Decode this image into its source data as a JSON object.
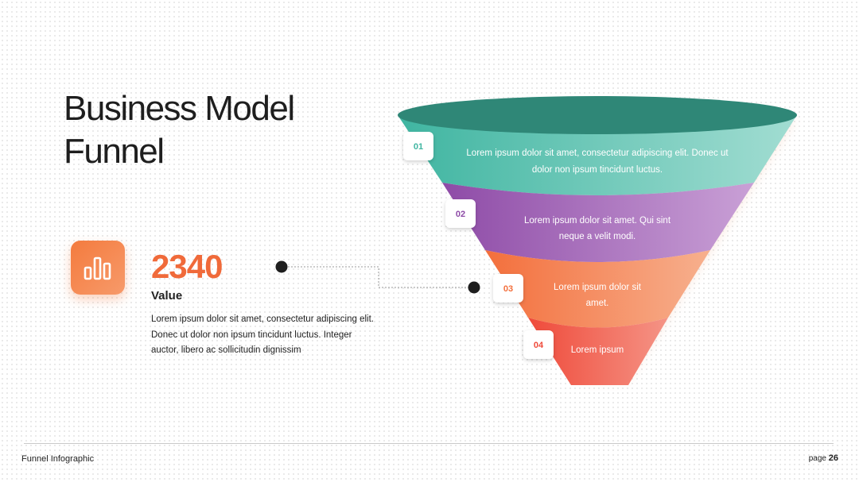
{
  "title": {
    "line1": "Business Model",
    "line2": "Funnel"
  },
  "kpi": {
    "icon": "bar-chart-icon",
    "value": "2340",
    "label": "Value",
    "description": "Lorem ipsum dolor sit amet, consectetur adipiscing elit. Donec ut dolor non ipsum tincidunt luctus. Integer auctor, libero ac sollicitudin dignissim"
  },
  "funnel": {
    "stages": [
      {
        "number": "01",
        "lines": [
          "Lorem ipsum dolor sit amet, consectetur adipiscing elit. Donec ut",
          "dolor non ipsum tincidunt luctus."
        ],
        "color": "#3fb5a1",
        "color_light": "#a2ddd2"
      },
      {
        "number": "02",
        "lines": [
          "Lorem ipsum dolor sit amet. Qui sint",
          "neque a velit modi."
        ],
        "color": "#8e4ba7",
        "color_light": "#c9a0d6"
      },
      {
        "number": "03",
        "lines": [
          "Lorem ipsum dolor sit",
          "amet."
        ],
        "color": "#f36f3c",
        "color_light": "#f7b08e"
      },
      {
        "number": "04",
        "lines": [
          "Lorem ipsum"
        ],
        "color": "#ef4a3a",
        "color_light": "#f59486"
      }
    ],
    "rim_color": "#2f8777"
  },
  "footer": {
    "left": "Funnel Infographic",
    "page_prefix": "page",
    "page_number": "26"
  }
}
